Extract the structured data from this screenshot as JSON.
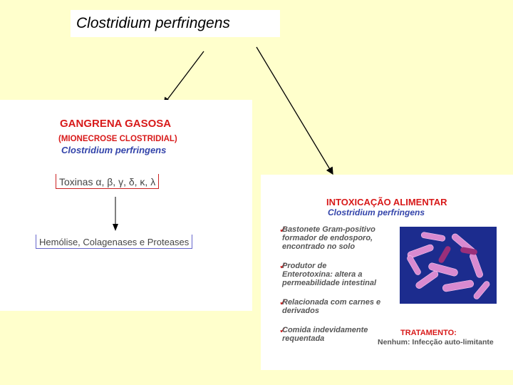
{
  "slide_title": "Clostridium perfringens",
  "left": {
    "heading": "GANGRENA GASOSA",
    "subheading": "(MIONECROSE CLOSTRIDIAL)",
    "organism": "Clostridium perfringens",
    "toxins": "Toxinas α, β, γ, δ, κ, λ",
    "effects": "Hemólise, Colagenases e Proteases"
  },
  "right": {
    "heading": "INTOXICAÇÃO ALIMENTAR",
    "organism": "Clostridium perfringens",
    "bullets": [
      {
        "l1": "Bastonete Gram-positivo",
        "l2": "formador de endosporo,",
        "l3": "encontrado no solo"
      },
      {
        "l1": "Produtor de",
        "l2": "Enterotoxina: altera  a",
        "l3": "permeabilidade intestinal"
      },
      {
        "l1": "Relacionada com carnes e",
        "l2": "derivados",
        "l3": ""
      },
      {
        "l1": "Comida indevidamente",
        "l2": "requentada",
        "l3": ""
      }
    ],
    "treatment_label": "TRATAMENTO:",
    "treatment_text": "Nenhum: Infecção auto-limitante"
  },
  "colors": {
    "background": "#ffffcc",
    "red": "#d81a1a",
    "blue": "#3344aa"
  }
}
